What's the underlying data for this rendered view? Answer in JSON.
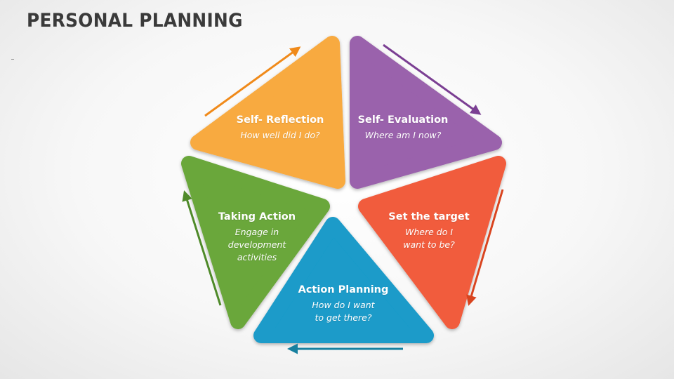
{
  "title": "PERSONAL PLANNING",
  "segments": [
    {
      "id": "self-reflection",
      "title": "Self- Reflection",
      "subtitle": "How well did I do?",
      "color": "#f8aa40"
    },
    {
      "id": "self-evaluation",
      "title": "Self- Evaluation",
      "subtitle": "Where am I now?",
      "color": "#9a62ac"
    },
    {
      "id": "set-the-target",
      "title": "Set the target",
      "subtitle": "Where do I\nwant to be?",
      "color": "#f15c3d"
    },
    {
      "id": "action-planning",
      "title": "Action Planning",
      "subtitle": "How do I want\nto get there?",
      "color": "#1a9bc9"
    },
    {
      "id": "taking-action",
      "title": "Taking Action",
      "subtitle": "Engage in\ndevelopment\nactivities",
      "color": "#6aa73b"
    }
  ],
  "arrows": [
    {
      "from": "self-reflection",
      "color": "#f08a1a",
      "direction": "up-right"
    },
    {
      "from": "self-evaluation",
      "color": "#7b3f93",
      "direction": "down-right"
    },
    {
      "from": "set-the-target",
      "color": "#d9441f",
      "direction": "down"
    },
    {
      "from": "action-planning",
      "color": "#17809f",
      "direction": "left"
    },
    {
      "from": "taking-action",
      "color": "#4f8a2a",
      "direction": "up"
    }
  ]
}
